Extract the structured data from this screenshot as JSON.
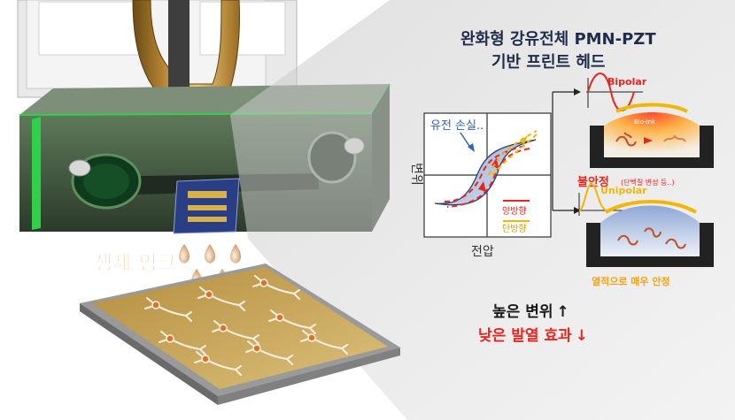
{
  "title": {
    "line1": "완화형 강유전체 PMN-PZT",
    "line2": "기반 프린트 헤드"
  },
  "bioink_label": "생체 잉크",
  "hysteresis": {
    "dielectric_loss": "유전 손실..",
    "y_axis": "변위",
    "x_axis": "전압",
    "legend_bipolar": "양방향",
    "legend_unipolar": "단방향"
  },
  "bipolar_panel": {
    "signal_label": "Bipolar",
    "ink_label": "Bio-ink",
    "status": "불안정",
    "note": "(단백질 변성 등..)"
  },
  "unipolar_panel": {
    "signal_label": "Unipolar",
    "status": "열적으로 매우 안정"
  },
  "summary": {
    "line1": "높은 변위",
    "line2": "낮은 발열 효과"
  },
  "colors": {
    "bipolar_red": "#e8261f",
    "unipolar_gold": "#f2b705",
    "title_navy": "#1f2d4a",
    "dielectric_blue": "#2e64b5",
    "frame_green": "#2fd14a",
    "substrate_tan": "#caa95a"
  },
  "icons": {
    "arrow_right": "→",
    "arrow_up": "↑",
    "arrow_down": "↓"
  }
}
